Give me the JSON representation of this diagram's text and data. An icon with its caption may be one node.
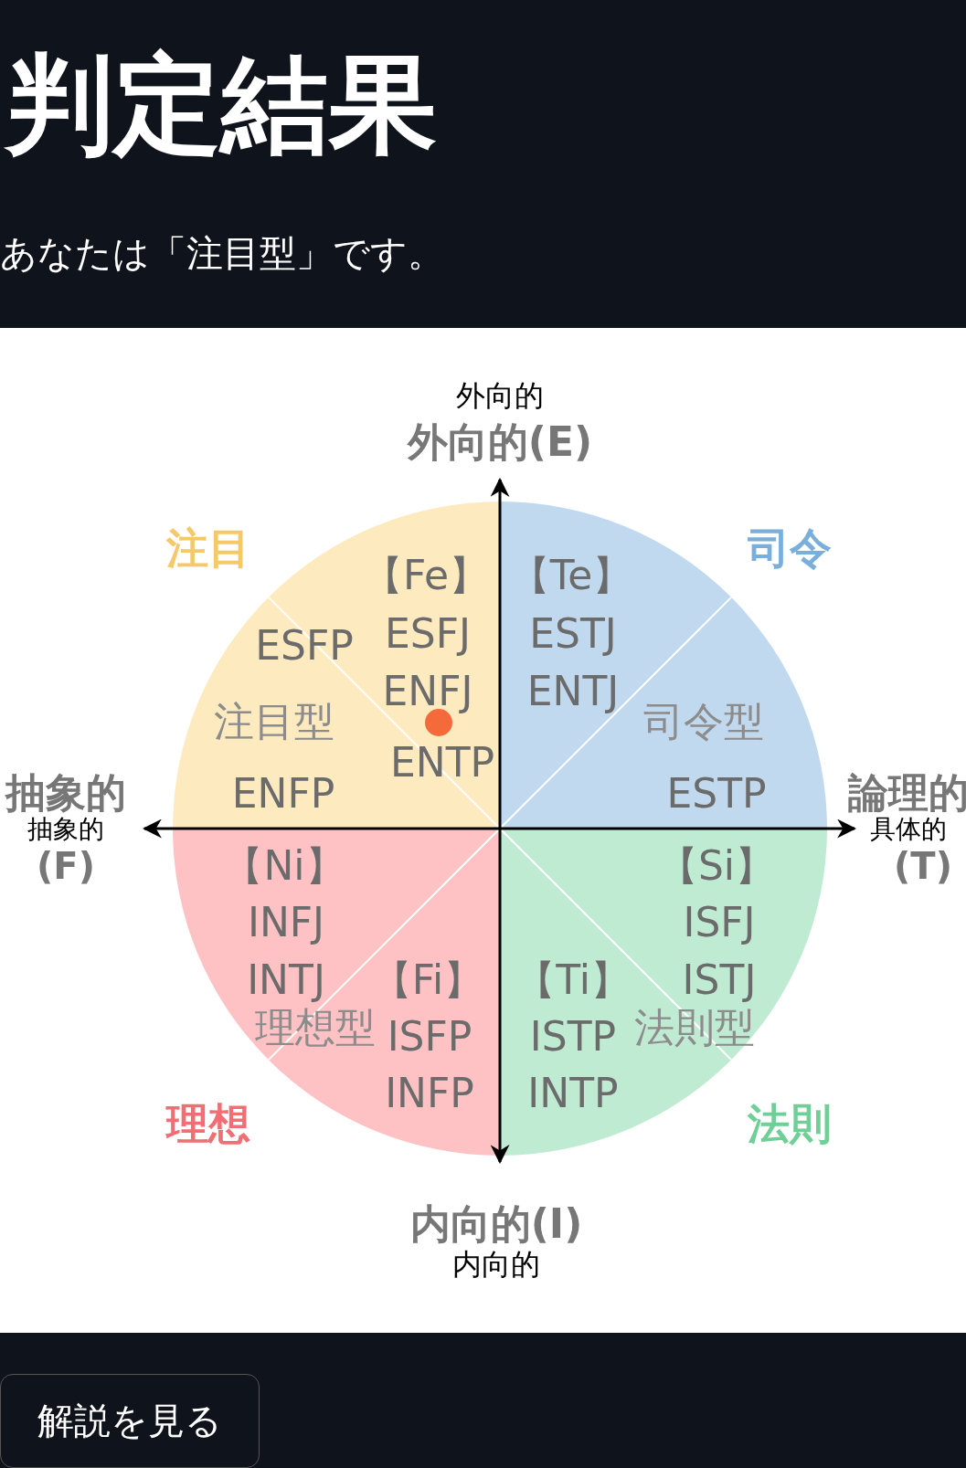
{
  "diagram": {
    "title": "判定結果",
    "labels": [
      "あなたは「注目型」です。",
      "外向的",
      "外向的(E)",
      "注目",
      "司令",
      "【Fe】",
      "【Te】",
      "ESFP",
      "ESFJ",
      "ESTJ",
      "ENFJ",
      "ENTJ",
      "注目型",
      "司令型",
      "ENTP",
      "抽象的",
      "ENFP",
      "ESTP",
      "論理的",
      "抽象的",
      "具体的",
      "(F)",
      "【Ni】",
      "【Si】",
      "(T)",
      "INFJ",
      "ISFJ",
      "INTJ",
      "【Fi】",
      "【Ti】",
      "ISTJ",
      "理想型",
      "ISFP",
      "ISTP",
      "法則型",
      "INFP",
      "INTP",
      "理想",
      "法則",
      "内向的(I)",
      "内向的",
      "解説を見る"
    ]
  }
}
